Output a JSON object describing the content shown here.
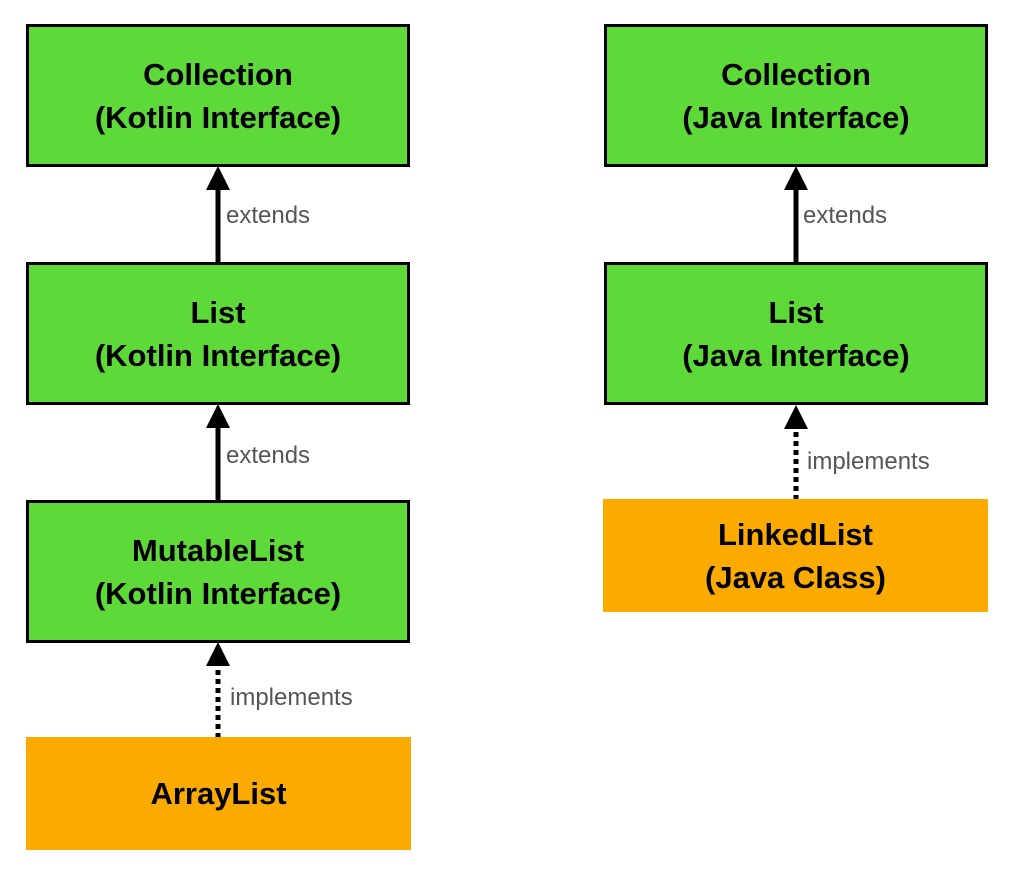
{
  "left": {
    "collection": {
      "line1": "Collection",
      "line2": "(Kotlin Interface)"
    },
    "list": {
      "line1": "List",
      "line2": "(Kotlin Interface)"
    },
    "mutablelist": {
      "line1": "MutableList",
      "line2": "(Kotlin Interface)"
    },
    "arraylist": {
      "line1": "ArrayList"
    },
    "edge1_label": "extends",
    "edge2_label": "extends",
    "edge3_label": "implements"
  },
  "right": {
    "collection": {
      "line1": "Collection",
      "line2": "(Java Interface)"
    },
    "list": {
      "line1": "List",
      "line2": "(Java Interface)"
    },
    "linkedlist": {
      "line1": "LinkedList",
      "line2": "(Java Class)"
    },
    "edge1_label": "extends",
    "edge2_label": "implements"
  },
  "colors": {
    "interface_fill": "#5ed93a",
    "class_fill": "#fbab00",
    "label": "#555555"
  }
}
